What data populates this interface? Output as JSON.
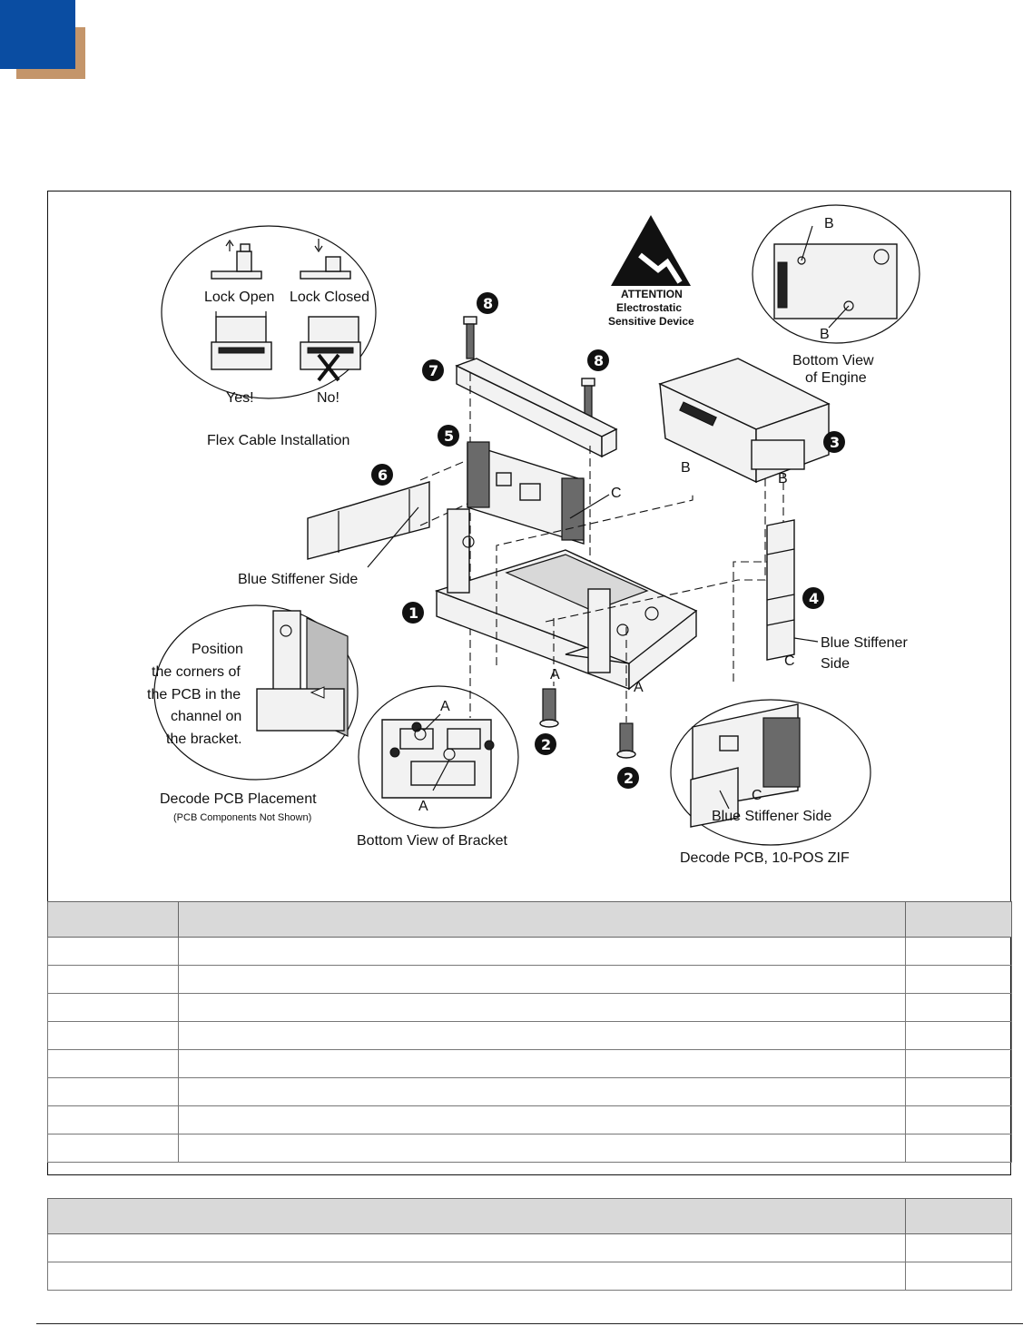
{
  "colors": {
    "brand_blue": "#0a4da2",
    "brand_tan": "#c4956a",
    "table_header": "#d9d9d9"
  },
  "diagram": {
    "flex_cable": {
      "lock_open": "Lock Open",
      "lock_closed": "Lock Closed",
      "yes": "Yes!",
      "no": "No!",
      "caption": "Flex Cable Installation"
    },
    "esd": {
      "line1": "ATTENTION",
      "line2": "Electrostatic",
      "line3": "Sensitive Device"
    },
    "engine_bottom": {
      "label_b1": "B",
      "label_b2": "B",
      "caption_line1": "Bottom View",
      "caption_line2": "of Engine"
    },
    "callouts": {
      "n1": "1",
      "n2a": "2",
      "n2b": "2",
      "n3": "3",
      "n4": "4",
      "n5": "5",
      "n6": "6",
      "n7": "7",
      "n8a": "8",
      "n8b": "8"
    },
    "letters": {
      "c_pcb": "C",
      "b_left": "B",
      "b_right": "B",
      "a_left": "A",
      "a_right": "A",
      "c_flex": "C"
    },
    "stiffener_left": "Blue Stiffener Side",
    "stiffener_right_line1": "Blue Stiffener",
    "stiffener_right_line2": "Side",
    "pcb_placement": {
      "line1": "Position",
      "line2": "the corners of",
      "line3": "the PCB in the",
      "line4": "channel on",
      "line5": "the bracket.",
      "caption": "Decode PCB Placement",
      "subcaption": "(PCB Components Not Shown)"
    },
    "bracket_bottom": {
      "label_a1": "A",
      "label_a2": "A",
      "caption": "Bottom View of Bracket"
    },
    "zif": {
      "label_c": "C",
      "stiffener": "Blue Stiffener Side",
      "caption": "Decode PCB, 10-POS ZIF"
    }
  },
  "parts_table": {
    "headers": [
      "",
      "",
      ""
    ],
    "rows": [
      [
        "",
        "",
        ""
      ],
      [
        "",
        "",
        ""
      ],
      [
        "",
        "",
        ""
      ],
      [
        "",
        "",
        ""
      ],
      [
        "",
        "",
        ""
      ],
      [
        "",
        "",
        ""
      ],
      [
        "",
        "",
        ""
      ],
      [
        "",
        "",
        ""
      ]
    ]
  },
  "tools_table": {
    "headers": [
      "",
      ""
    ],
    "rows": [
      [
        "",
        ""
      ],
      [
        "",
        ""
      ]
    ]
  }
}
